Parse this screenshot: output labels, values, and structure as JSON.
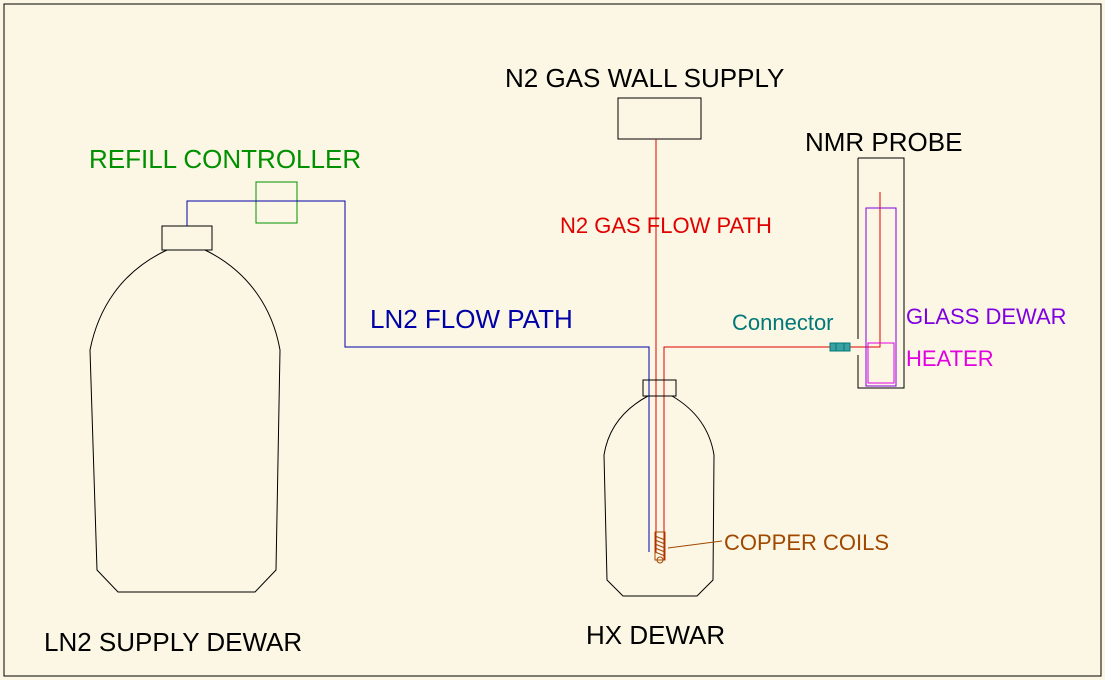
{
  "labels": {
    "n2_gas_wall_supply": "N2 GAS WALL SUPPLY",
    "nmr_probe": "NMR PROBE",
    "refill_controller": "REFILL CONTROLLER",
    "n2_gas_flow_path": "N2 GAS FLOW PATH",
    "ln2_flow_path": "LN2 FLOW PATH",
    "connector": "Connector",
    "glass_dewar": "GLASS DEWAR",
    "heater": "HEATER",
    "copper_coils": "COPPER COILS",
    "ln2_supply_dewar": "LN2 SUPPLY DEWAR",
    "hx_dewar": "HX DEWAR"
  },
  "colors": {
    "background": "#fbf7e4",
    "outline": "#000000",
    "ln2_path": "#0000a8",
    "n2_path": "#e00000",
    "refill_controller": "#009000",
    "connector": "#007878",
    "glass_dewar": "#8000e0",
    "heater": "#e000e0",
    "copper_coils": "#a04800"
  }
}
